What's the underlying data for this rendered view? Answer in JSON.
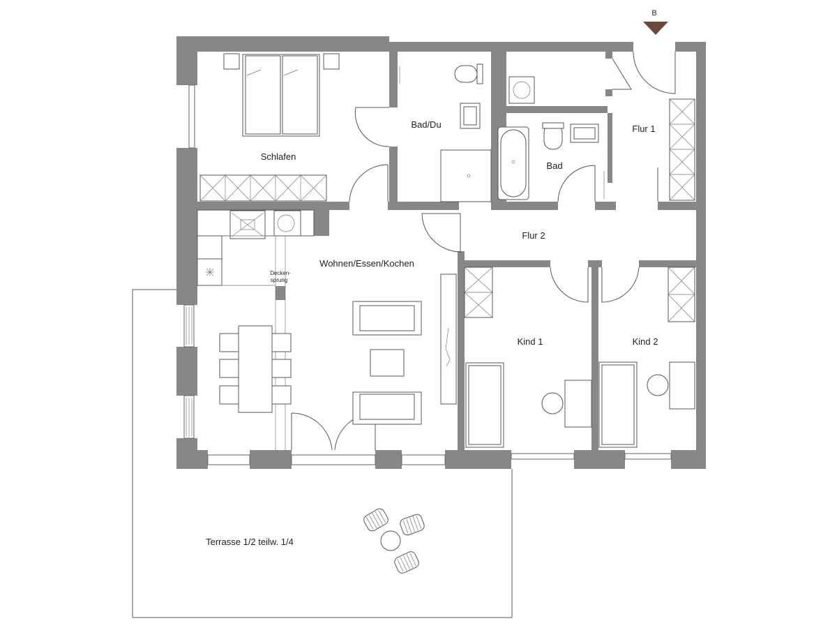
{
  "marker": {
    "label": "B",
    "color": "#6b4a3a"
  },
  "colors": {
    "wall": "#878787",
    "line": "#555555",
    "background": "#ffffff"
  },
  "rooms": {
    "schlafen": "Schlafen",
    "bad_du": "Bad/Du",
    "bad": "Bad",
    "flur1": "Flur 1",
    "flur2": "Flur 2",
    "wohnen": "Wohnen/Essen/Kochen",
    "kind1": "Kind 1",
    "kind2": "Kind 2",
    "terrasse": "Terrasse 1/2 teilw. 1/4"
  },
  "annotations": {
    "deckensprung_line1": "Decken-",
    "deckensprung_line2": "sprung"
  }
}
